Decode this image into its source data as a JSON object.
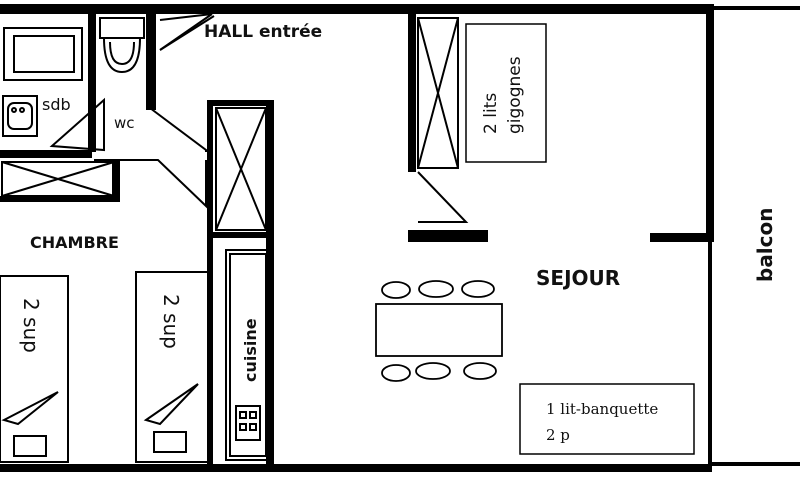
{
  "rooms": {
    "hall": "HALL entrée",
    "sdb": "sdb",
    "wc": "wc",
    "chambre": "CHAMBRE",
    "cuisine": "cuisine",
    "sejour": "SEJOUR",
    "balcon": "balcon"
  },
  "furniture": {
    "bunk_beds": [
      "2 lits",
      "gigognes"
    ],
    "bed_left": "2 sup",
    "bed_right": "2 sup",
    "sofa_bed": [
      "1 lit-banquette",
      "2 p"
    ]
  }
}
